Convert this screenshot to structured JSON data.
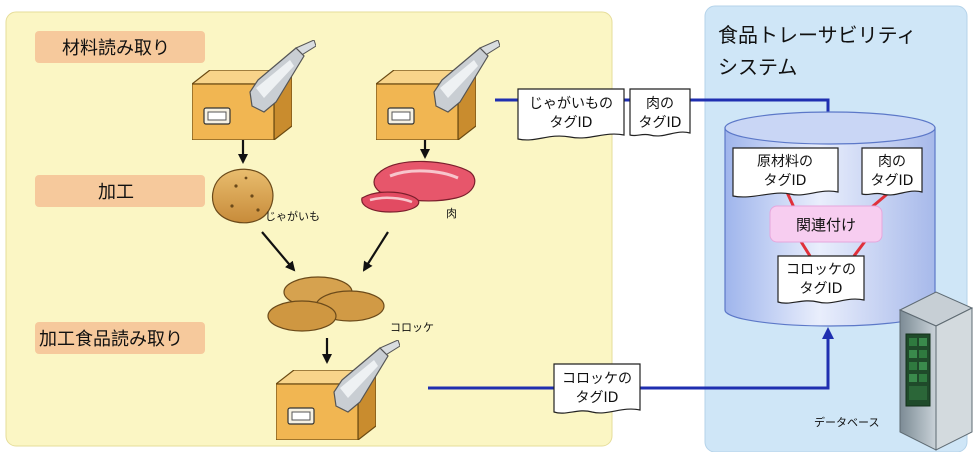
{
  "steps": {
    "read_materials": "材料読み取り",
    "process": "加工",
    "read_product": "加工食品読み取り"
  },
  "items": {
    "potato": "じゃがいも",
    "meat": "肉",
    "croquette": "コロッケ"
  },
  "system": {
    "title_line1": "食品トレーサビリティ",
    "title_line2": "システム",
    "database": "データベース"
  },
  "tags": {
    "potato_l1": "じゃがいもの",
    "potato_l2": "タグID",
    "meat_l1": "肉の",
    "meat_l2": "タグID",
    "croq_l1": "コロッケの",
    "croq_l2": "タグID"
  },
  "db_tags": {
    "raw_l1": "原材料の",
    "raw_l2": "タグID",
    "meat_l1": "肉の",
    "meat_l2": "タグID",
    "link": "関連付け",
    "croq_l1": "コロッケの",
    "croq_l2": "タグID"
  },
  "colors": {
    "left_panel": "#fbf6c4",
    "right_panel": "#cfe6f7",
    "step_label": "#f6c99c",
    "flow_line": "#1f2fb0",
    "link_line": "#e0303a",
    "link_box": "#f7cdf0",
    "box_body": "#f1b652"
  }
}
